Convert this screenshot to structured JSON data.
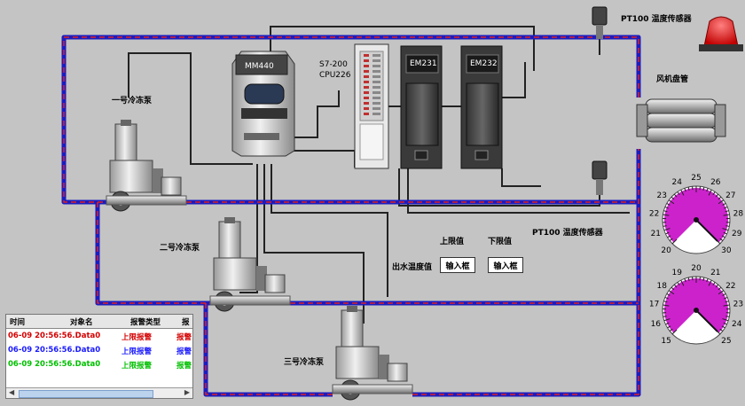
{
  "labels": {
    "pump1": "一号冷冻泵",
    "pump2": "二号冷冻泵",
    "pump3": "三号冷冻泵",
    "sensor_top": "PT100 温度传感器",
    "sensor_mid": "PT100 温度传感器",
    "fan_coil": "风机盘管",
    "inverter": "MM440",
    "plc_model": "S7-200",
    "plc_cpu": "CPU226",
    "em231": "EM231",
    "em232": "EM232",
    "upper_limit": "上限值",
    "lower_limit": "下限值",
    "outlet_temp": "出水温度值"
  },
  "buttons": {
    "upper_input": "输入框",
    "lower_input": "输入框"
  },
  "gauges": [
    {
      "ticks": [
        "20",
        "21",
        "22",
        "23",
        "24",
        "25",
        "26",
        "27",
        "28",
        "29",
        "30"
      ],
      "value": 30
    },
    {
      "ticks": [
        "15",
        "16",
        "17",
        "18",
        "19",
        "20",
        "21",
        "22",
        "23",
        "24",
        "25"
      ],
      "value": 25
    }
  ],
  "alarm_table": {
    "headers": [
      "时间",
      "对象名",
      "报警类型",
      "报"
    ],
    "rows": [
      {
        "time": "06-09 20:56:56.Data0",
        "type": "上限报警",
        "flag": "报警",
        "color": "#d40000"
      },
      {
        "time": "06-09 20:56:56.Data0",
        "type": "上限报警",
        "flag": "报警",
        "color": "#1a1aff"
      },
      {
        "time": "06-09 20:56:56.Data0",
        "type": "上限报警",
        "flag": "报警",
        "color": "#00c000"
      }
    ]
  },
  "colors": {
    "pipe_blue": "#1c1cc0",
    "pipe_red": "#e02020",
    "gauge_fill": "#cc22cc",
    "beacon": "#e01010"
  }
}
